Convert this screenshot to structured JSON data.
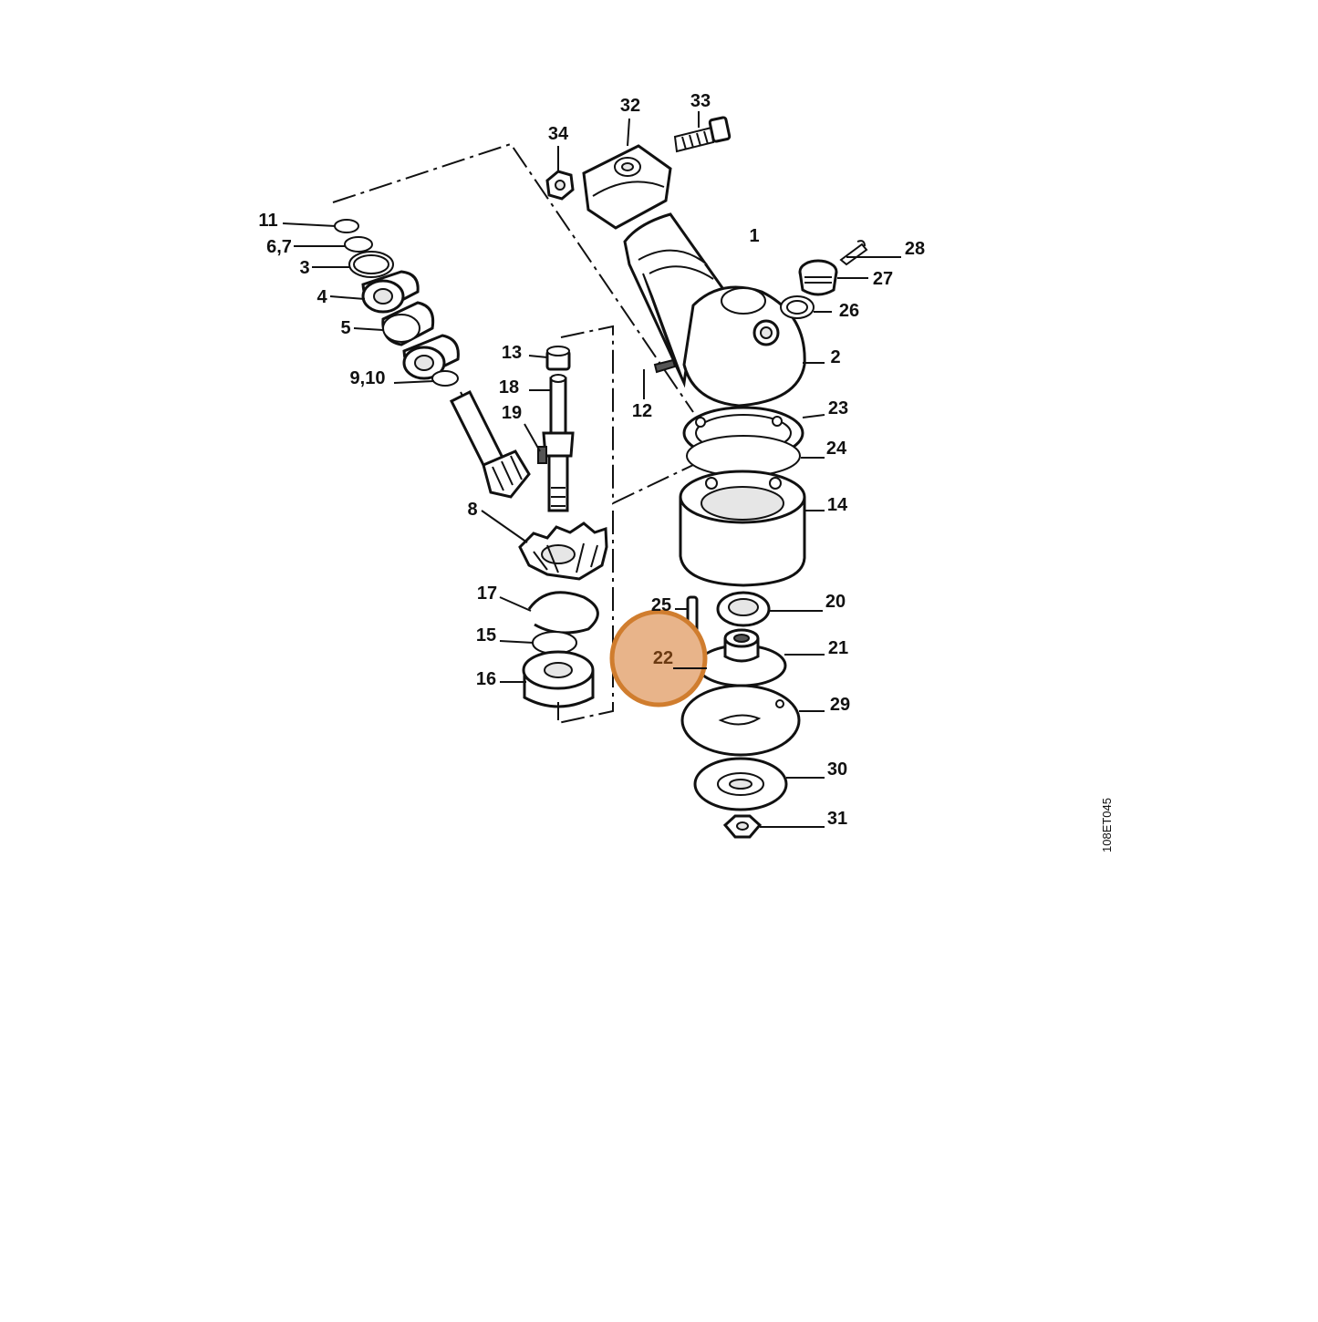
{
  "drawing_ref": "108ET045",
  "highlight": {
    "label": "22",
    "fill": "#e8b48a",
    "stroke": "#d07d2e",
    "text_color": "#6b3a12"
  },
  "part_labels": {
    "p1": "1",
    "p2": "2",
    "p3": "3",
    "p4": "4",
    "p5": "5",
    "p67": "6,7",
    "p8": "8",
    "p910": "9,10",
    "p11": "11",
    "p12": "12",
    "p13": "13",
    "p14": "14",
    "p15": "15",
    "p16": "16",
    "p17": "17",
    "p18": "18",
    "p19": "19",
    "p20": "20",
    "p21": "21",
    "p23": "23",
    "p24": "24",
    "p25": "25",
    "p26": "26",
    "p27": "27",
    "p28": "28",
    "p29": "29",
    "p30": "30",
    "p31": "31",
    "p32": "32",
    "p33": "33",
    "p34": "34"
  }
}
